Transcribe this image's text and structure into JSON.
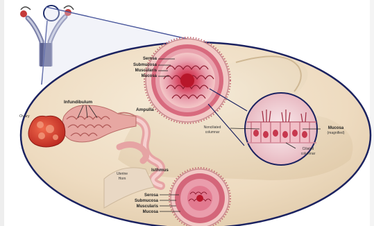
{
  "diagram": {
    "labels": {
      "top_layers": {
        "serosa": "Serosa",
        "submucosa": "Submucosa",
        "muscularis": "Muscularis",
        "mucosa": "Mucosa"
      },
      "infundibulum": "Infundibulum",
      "ovary": "Ovary",
      "ampulla": "Ampulla",
      "nonciliated_line1": "Nonciliated",
      "nonciliated_line2": "columnar",
      "mucosa_mag_line1": "Mucosa",
      "mucosa_mag_line2": "(magnified)",
      "ciliated_line1": "Ciliated",
      "ciliated_line2": "columnar",
      "uterine_line1": "Uterine",
      "uterine_line2": "Horn",
      "isthmus": "Isthmus",
      "bottom_layers": {
        "serosa": "Serosa",
        "submucosa": "Submucosa",
        "muscularis": "Muscularis",
        "mucosa": "Mucosa"
      }
    },
    "colors": {
      "tissue_pink": "#e8a0a8",
      "muscle_red": "#b8304a",
      "ovary_red": "#d83a2a",
      "background_tissue": "#efe0c8",
      "frame_blue": "#2a3a8a"
    }
  }
}
